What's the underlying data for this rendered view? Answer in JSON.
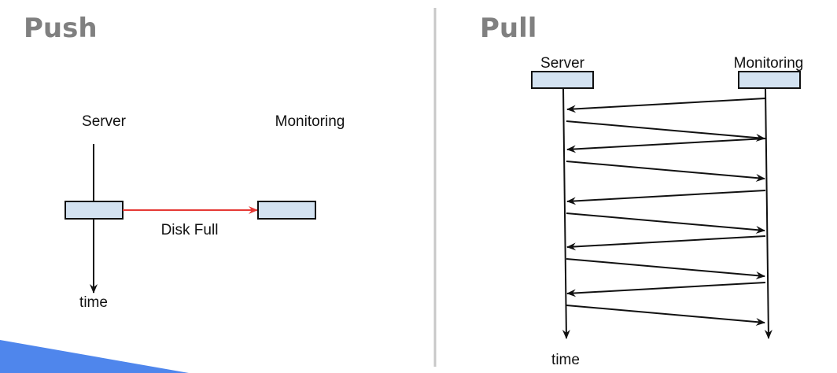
{
  "push": {
    "title": "Push",
    "server_label": "Server",
    "monitoring_label": "Monitoring",
    "message_label": "Disk Full",
    "time_label": "time",
    "message_color": "#e53935"
  },
  "pull": {
    "title": "Pull",
    "server_label": "Server",
    "monitoring_label": "Monitoring",
    "time_label": "time",
    "message_sequence": [
      "monitoring-to-server",
      "server-to-monitoring",
      "monitoring-to-server",
      "server-to-monitoring",
      "monitoring-to-server",
      "server-to-monitoring",
      "monitoring-to-server",
      "server-to-monitoring",
      "monitoring-to-server",
      "server-to-monitoring"
    ]
  },
  "colors": {
    "box_fill": "#d3e2f1",
    "accent": "#4f86ec",
    "divider": "#c8c8c8"
  }
}
